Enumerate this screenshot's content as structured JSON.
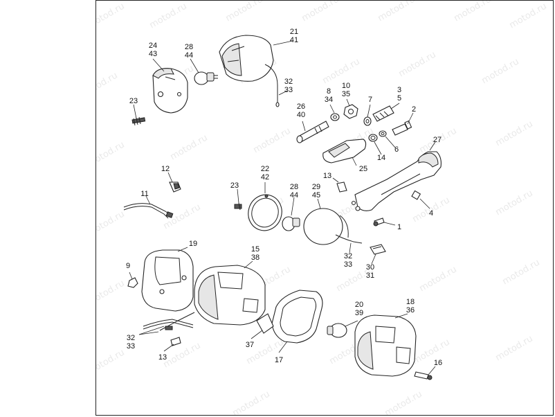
{
  "watermark": "motod.ru",
  "callouts": [
    {
      "id": "24-43",
      "lines": [
        "24",
        "43"
      ]
    },
    {
      "id": "28-44-top",
      "lines": [
        "28",
        "44"
      ]
    },
    {
      "id": "21-41",
      "lines": [
        "21",
        "41"
      ]
    },
    {
      "id": "23-top",
      "lines": [
        "23"
      ]
    },
    {
      "id": "32-33-top",
      "lines": [
        "32",
        "33"
      ]
    },
    {
      "id": "8-34",
      "lines": [
        "8",
        "34"
      ]
    },
    {
      "id": "10-35",
      "lines": [
        "10",
        "35"
      ]
    },
    {
      "id": "7",
      "lines": [
        "7"
      ]
    },
    {
      "id": "3-5",
      "lines": [
        "3",
        "5"
      ]
    },
    {
      "id": "26-40",
      "lines": [
        "26",
        "40"
      ]
    },
    {
      "id": "2",
      "lines": [
        "2"
      ]
    },
    {
      "id": "27",
      "lines": [
        "27"
      ]
    },
    {
      "id": "6",
      "lines": [
        "6"
      ]
    },
    {
      "id": "14",
      "lines": [
        "14"
      ]
    },
    {
      "id": "25",
      "lines": [
        "25"
      ]
    },
    {
      "id": "12",
      "lines": [
        "12"
      ]
    },
    {
      "id": "22-42",
      "lines": [
        "22",
        "42"
      ]
    },
    {
      "id": "13-mid",
      "lines": [
        "13"
      ]
    },
    {
      "id": "23-mid",
      "lines": [
        "23"
      ]
    },
    {
      "id": "28-44-mid",
      "lines": [
        "28",
        "44"
      ]
    },
    {
      "id": "29-45",
      "lines": [
        "29",
        "45"
      ]
    },
    {
      "id": "11",
      "lines": [
        "11"
      ]
    },
    {
      "id": "4",
      "lines": [
        "4"
      ]
    },
    {
      "id": "1",
      "lines": [
        "1"
      ]
    },
    {
      "id": "19",
      "lines": [
        "19"
      ]
    },
    {
      "id": "15-38",
      "lines": [
        "15",
        "38"
      ]
    },
    {
      "id": "32-33-mid",
      "lines": [
        "32",
        "33"
      ]
    },
    {
      "id": "30-31",
      "lines": [
        "30",
        "31"
      ]
    },
    {
      "id": "9",
      "lines": [
        "9"
      ]
    },
    {
      "id": "20-39",
      "lines": [
        "20",
        "39"
      ]
    },
    {
      "id": "18-36",
      "lines": [
        "18",
        "36"
      ]
    },
    {
      "id": "32-33-bottom",
      "lines": [
        "32",
        "33"
      ]
    },
    {
      "id": "37",
      "lines": [
        "37"
      ]
    },
    {
      "id": "13-bottom",
      "lines": [
        "13"
      ]
    },
    {
      "id": "17",
      "lines": [
        "17"
      ]
    },
    {
      "id": "16",
      "lines": [
        "16"
      ]
    }
  ]
}
